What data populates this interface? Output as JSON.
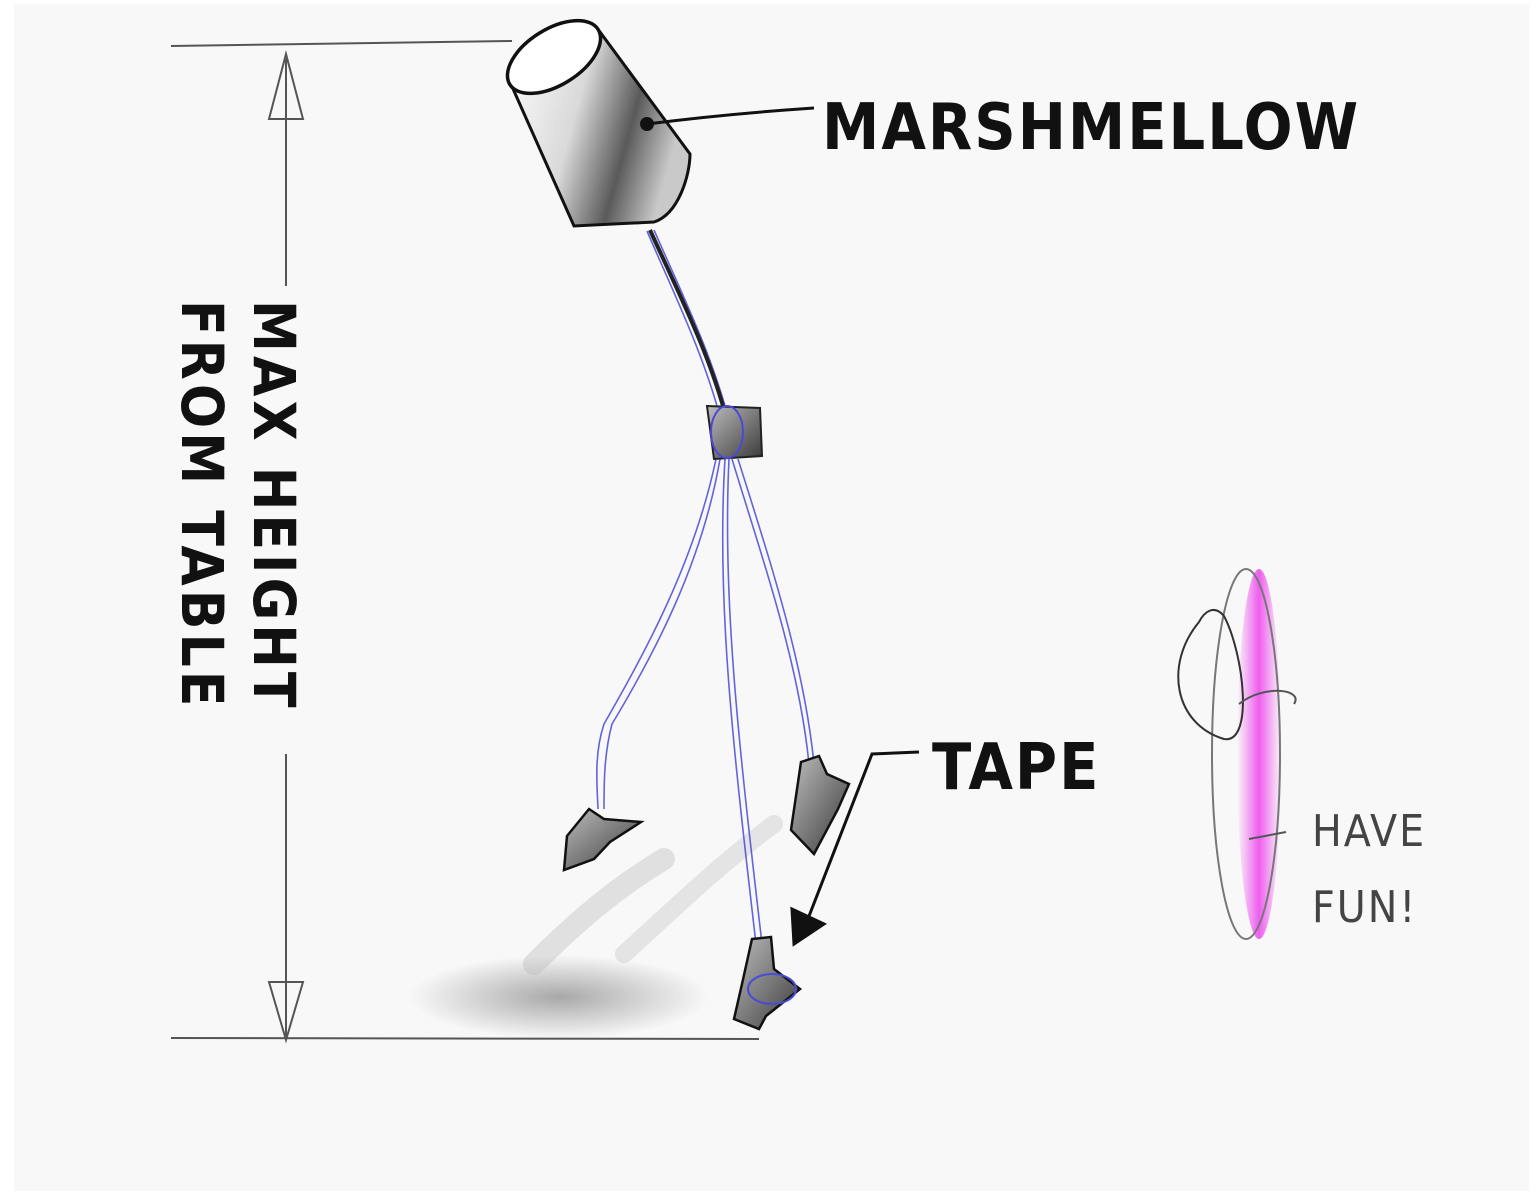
{
  "labels": {
    "marshmallow": "MARSHMELLOW",
    "height_line1": "MAX HEIGHT",
    "height_line2": "FROM TABLE",
    "tape": "TAPE",
    "fun_line1": "HAVE",
    "fun_line2": "FUN!"
  },
  "colors": {
    "background": "#f8f8f8",
    "ink": "#111111",
    "pencil": "#555555",
    "spaghetti": "#4a4ad8",
    "highlight": "#ee55ee",
    "shadow": "#9a9a9a"
  }
}
